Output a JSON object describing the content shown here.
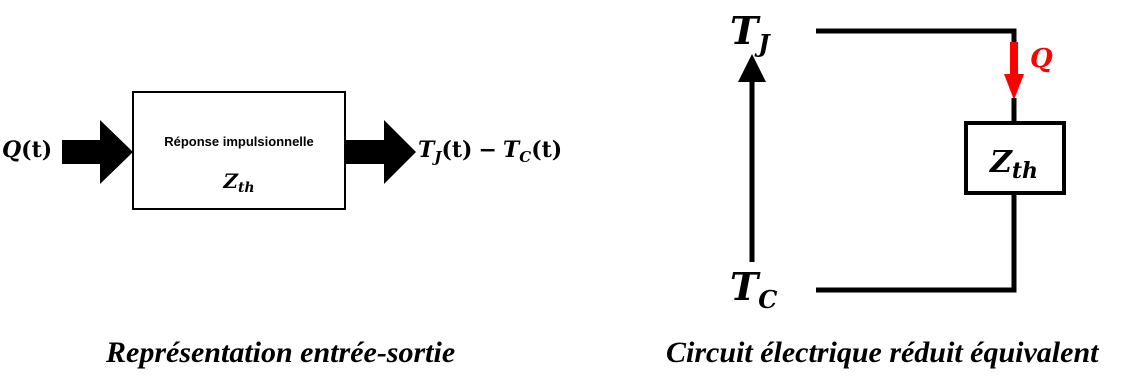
{
  "left_diagram": {
    "input": {
      "var": "Q",
      "arg": "(t)"
    },
    "block": {
      "label": "Réponse impulsionnelle",
      "symbol": "Z",
      "subscript": "th"
    },
    "output": {
      "t1_var": "T",
      "t1_sub": "J",
      "t1_arg": "(t)",
      "minus": "−",
      "t2_var": "T",
      "t2_sub": "C",
      "t2_arg": "(t)"
    },
    "caption": "Représentation entrée-sortie"
  },
  "right_diagram": {
    "top_node": {
      "var": "T",
      "sub": "J"
    },
    "bottom_node": {
      "var": "T",
      "sub": "C"
    },
    "flow": {
      "label": "Q",
      "color": "#ff0000"
    },
    "impedance": {
      "symbol": "Z",
      "subscript": "th"
    },
    "caption": "Circuit électrique réduit équivalent"
  }
}
